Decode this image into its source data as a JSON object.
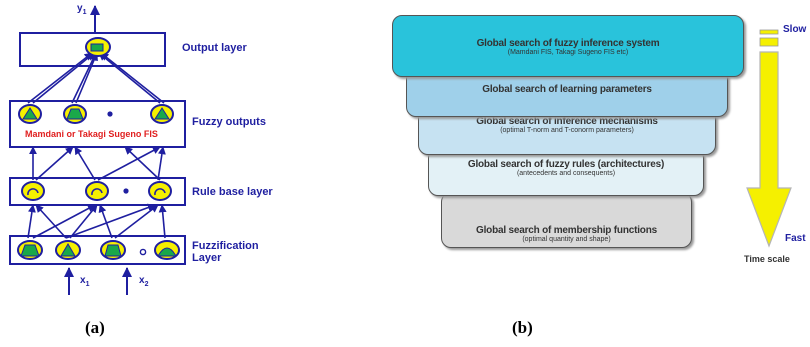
{
  "panel_a": {
    "output_var": "y",
    "output_sub": "1",
    "input1_var": "x",
    "input1_sub": "1",
    "input2_var": "x",
    "input2_sub": "2",
    "fis_text": "Mamdani or Takagi Sugeno FIS",
    "layers": {
      "output": "Output layer",
      "fuzzy_outputs": "Fuzzy outputs",
      "rule_base": "Rule base layer",
      "fuzzification_1": "Fuzzification",
      "fuzzification_2": "Layer"
    },
    "caption": "(a)"
  },
  "panel_b": {
    "levels": [
      {
        "title": "Global search of fuzzy inference system",
        "subtitle": "(Mamdani FIS, Takagi Sugeno FIS etc)"
      },
      {
        "title": "Global search of learning parameters",
        "subtitle": ""
      },
      {
        "title": "Global search of inference mechanisms",
        "subtitle": "(optimal T-norm and T-conorm parameters)"
      },
      {
        "title": "Global search of  fuzzy rules (architectures)",
        "subtitle": "(antecedents and consequents)"
      },
      {
        "title": "Global search of membership functions",
        "subtitle": "(optimal quantity and shape)"
      }
    ],
    "slow_label": "Slow",
    "fast_label": "Fast",
    "time_scale_label": "Time scale",
    "caption": "(b)"
  },
  "colors": {
    "network_blue": "#1f1fa0",
    "node_yellow": "#f5f000",
    "shape_green": "#1aa84a",
    "fis_red": "#e02020",
    "level_1": "#29c3db",
    "level_2": "#9fd0ea",
    "level_3": "#c6e2f2",
    "level_4": "#e3f1f6",
    "level_5": "#d9d9d9",
    "arrow_yellow": "#f5f000"
  }
}
